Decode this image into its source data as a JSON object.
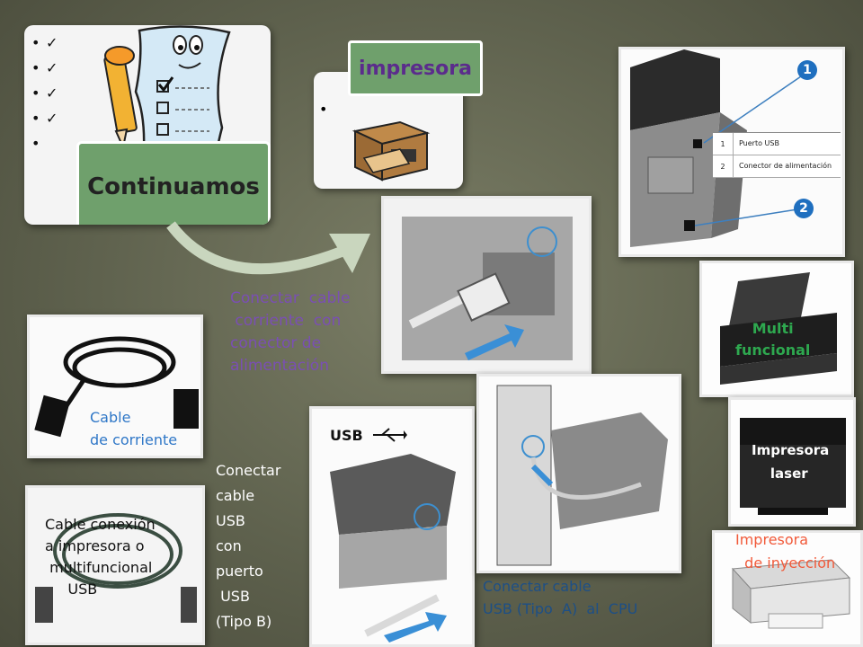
{
  "checklist": {
    "items": [
      "✓",
      "✓",
      "✓",
      "✓",
      ""
    ],
    "bullet": "•",
    "tab_label": "Continuamos"
  },
  "printer_box": {
    "tab_label": "impresora",
    "bullet": "•"
  },
  "ports_legend": {
    "marker1": "1",
    "marker2": "2",
    "rows": [
      {
        "num": "1",
        "label": "Puerto USB"
      },
      {
        "num": "2",
        "label": "Conector de alimentación"
      }
    ]
  },
  "captions": {
    "power_connect": "Conectar  cable\n corriente  con\nconector de\nalimentación",
    "multifunction": "Multi\nfuncional",
    "power_cable": "Cable\nde corriente",
    "usb_cable": "Cable conexión\na impresora o\n multifuncional\n     USB",
    "usb_connect": "Conectar\ncable\nUSB\ncon\npuerto\n USB\n(Tipo B)",
    "usb_icon_label": "USB",
    "cpu_connect": "Conectar cable\nUSB (Tipo  A)  al  CPU",
    "laser": "Impresora\n    laser",
    "inkjet": "Impresora\n  de inyección"
  }
}
